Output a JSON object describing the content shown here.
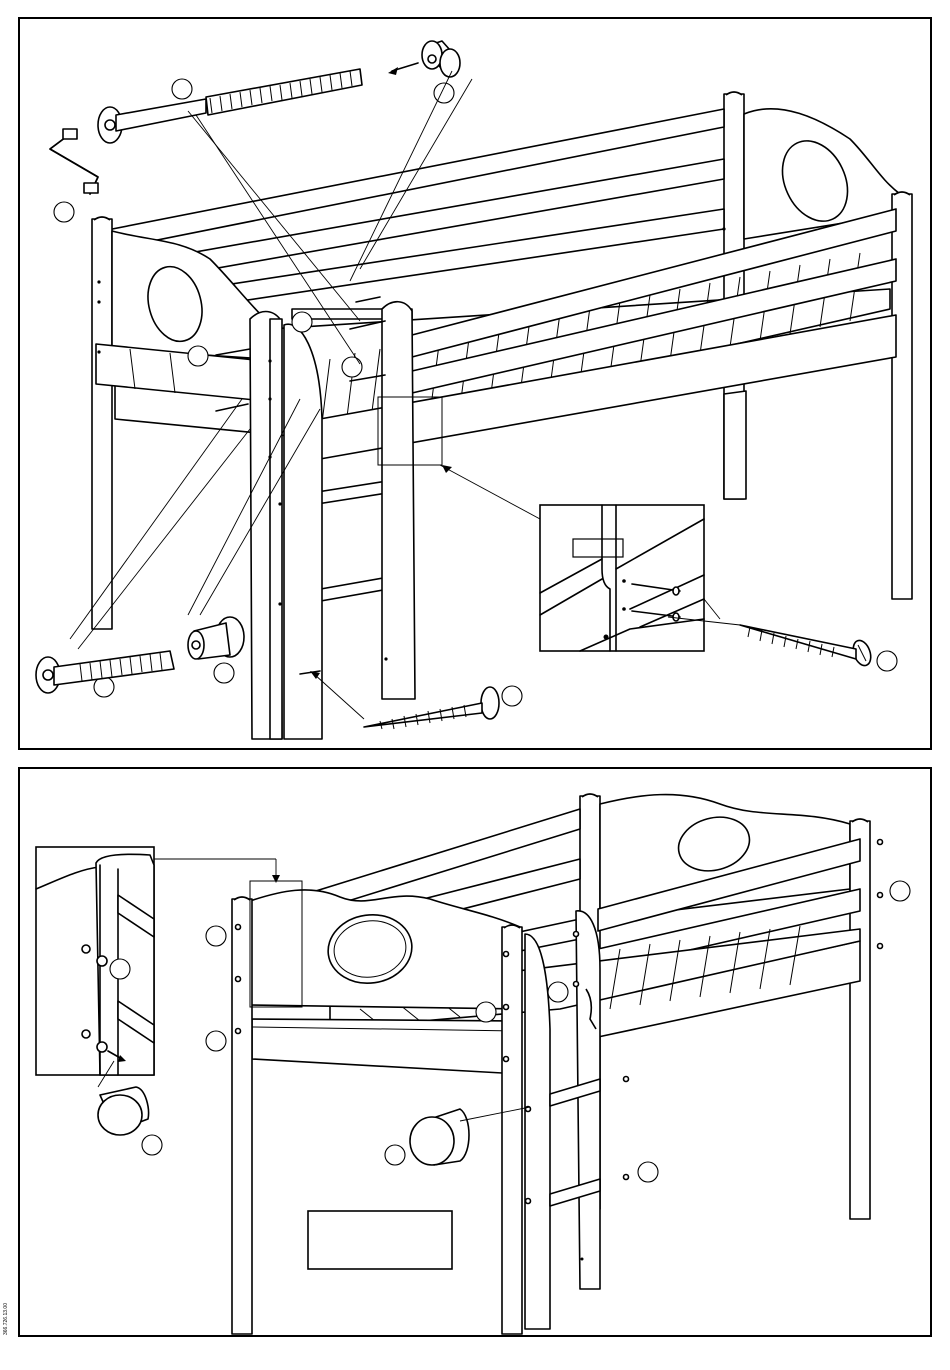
{
  "document": {
    "code": "366.726.13.00"
  },
  "steps": [
    {
      "id": "step-1",
      "callouts": 10,
      "detail_label": ""
    },
    {
      "id": "step-2",
      "callouts": 9,
      "detail_label": ""
    }
  ],
  "colors": {
    "line": "#000000",
    "paper": "#ffffff"
  },
  "icons": [
    "hex-key-icon",
    "connector-bolt-icon",
    "barrel-nut-icon",
    "wood-screw-icon",
    "cover-cap-icon"
  ]
}
